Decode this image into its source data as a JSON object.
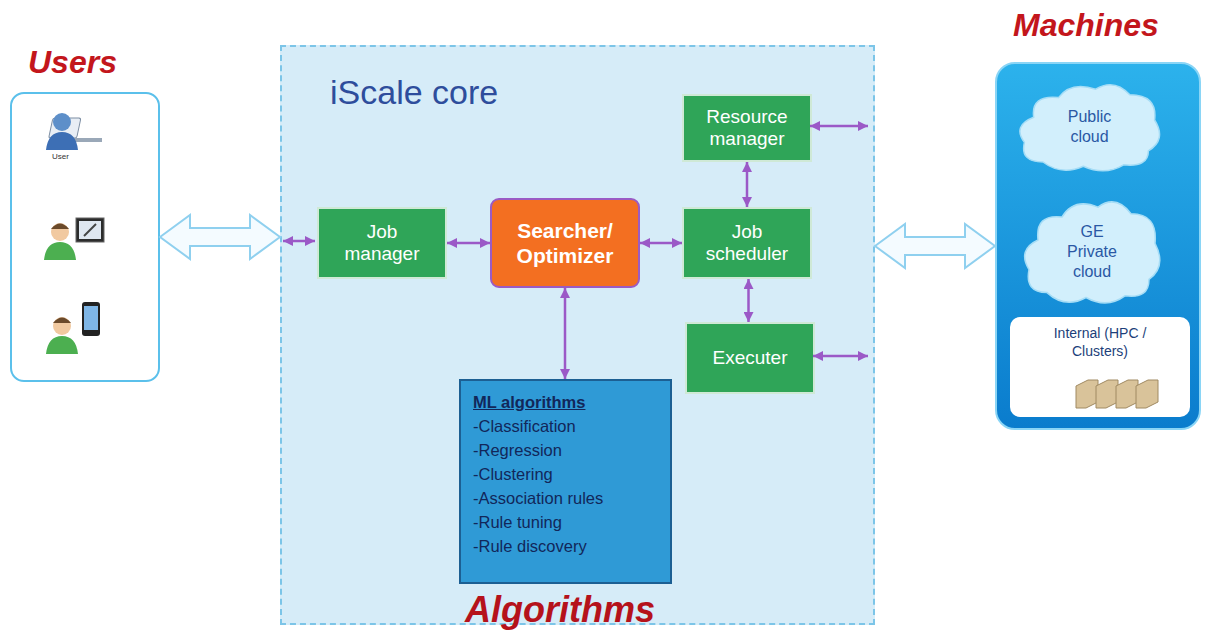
{
  "diagram": {
    "nodes": [
      {
        "text": [
          "Users"
        ]
      },
      {
        "text": [
          "iScale core"
        ]
      },
      {
        "text": [
          "Job manager"
        ],
        "in": 1
      },
      {
        "text": [
          "Searcher/ Optimizer"
        ],
        "in": 1
      },
      {
        "text": [
          "Resource manager"
        ],
        "in": 1
      },
      {
        "text": [
          "Job scheduler"
        ],
        "in": 1
      },
      {
        "text": [
          "Executer"
        ],
        "in": 1
      },
      {
        "text": [
          "ML algorithms",
          "-Classification",
          "-Regression",
          "-Clustering",
          "-Association rules",
          "-Rule tuning",
          "-Rule discovery",
          "Algorithms"
        ],
        "in": 1
      },
      {
        "text": [
          "Machines"
        ]
      },
      {
        "text": [
          "Public cloud"
        ],
        "in": 8
      },
      {
        "text": [
          "GE Private cloud"
        ],
        "in": 8
      },
      {
        "text": [
          "Internal (HPC / Clusters)"
        ],
        "in": 8
      }
    ],
    "edges": [
      {
        "from": 0,
        "to": 1,
        "arrow": "both"
      },
      {
        "from": 2,
        "to": 3,
        "arrow": "both"
      },
      {
        "from": 3,
        "to": 5,
        "arrow": "both"
      },
      {
        "from": 4,
        "to": 5,
        "arrow": "both"
      },
      {
        "from": 5,
        "to": 6,
        "arrow": "both"
      },
      {
        "from": 3,
        "to": 7,
        "arrow": "both"
      },
      {
        "from": 1,
        "to": 8,
        "arrow": "both"
      }
    ],
    "labels": [
      "User"
    ]
  }
}
